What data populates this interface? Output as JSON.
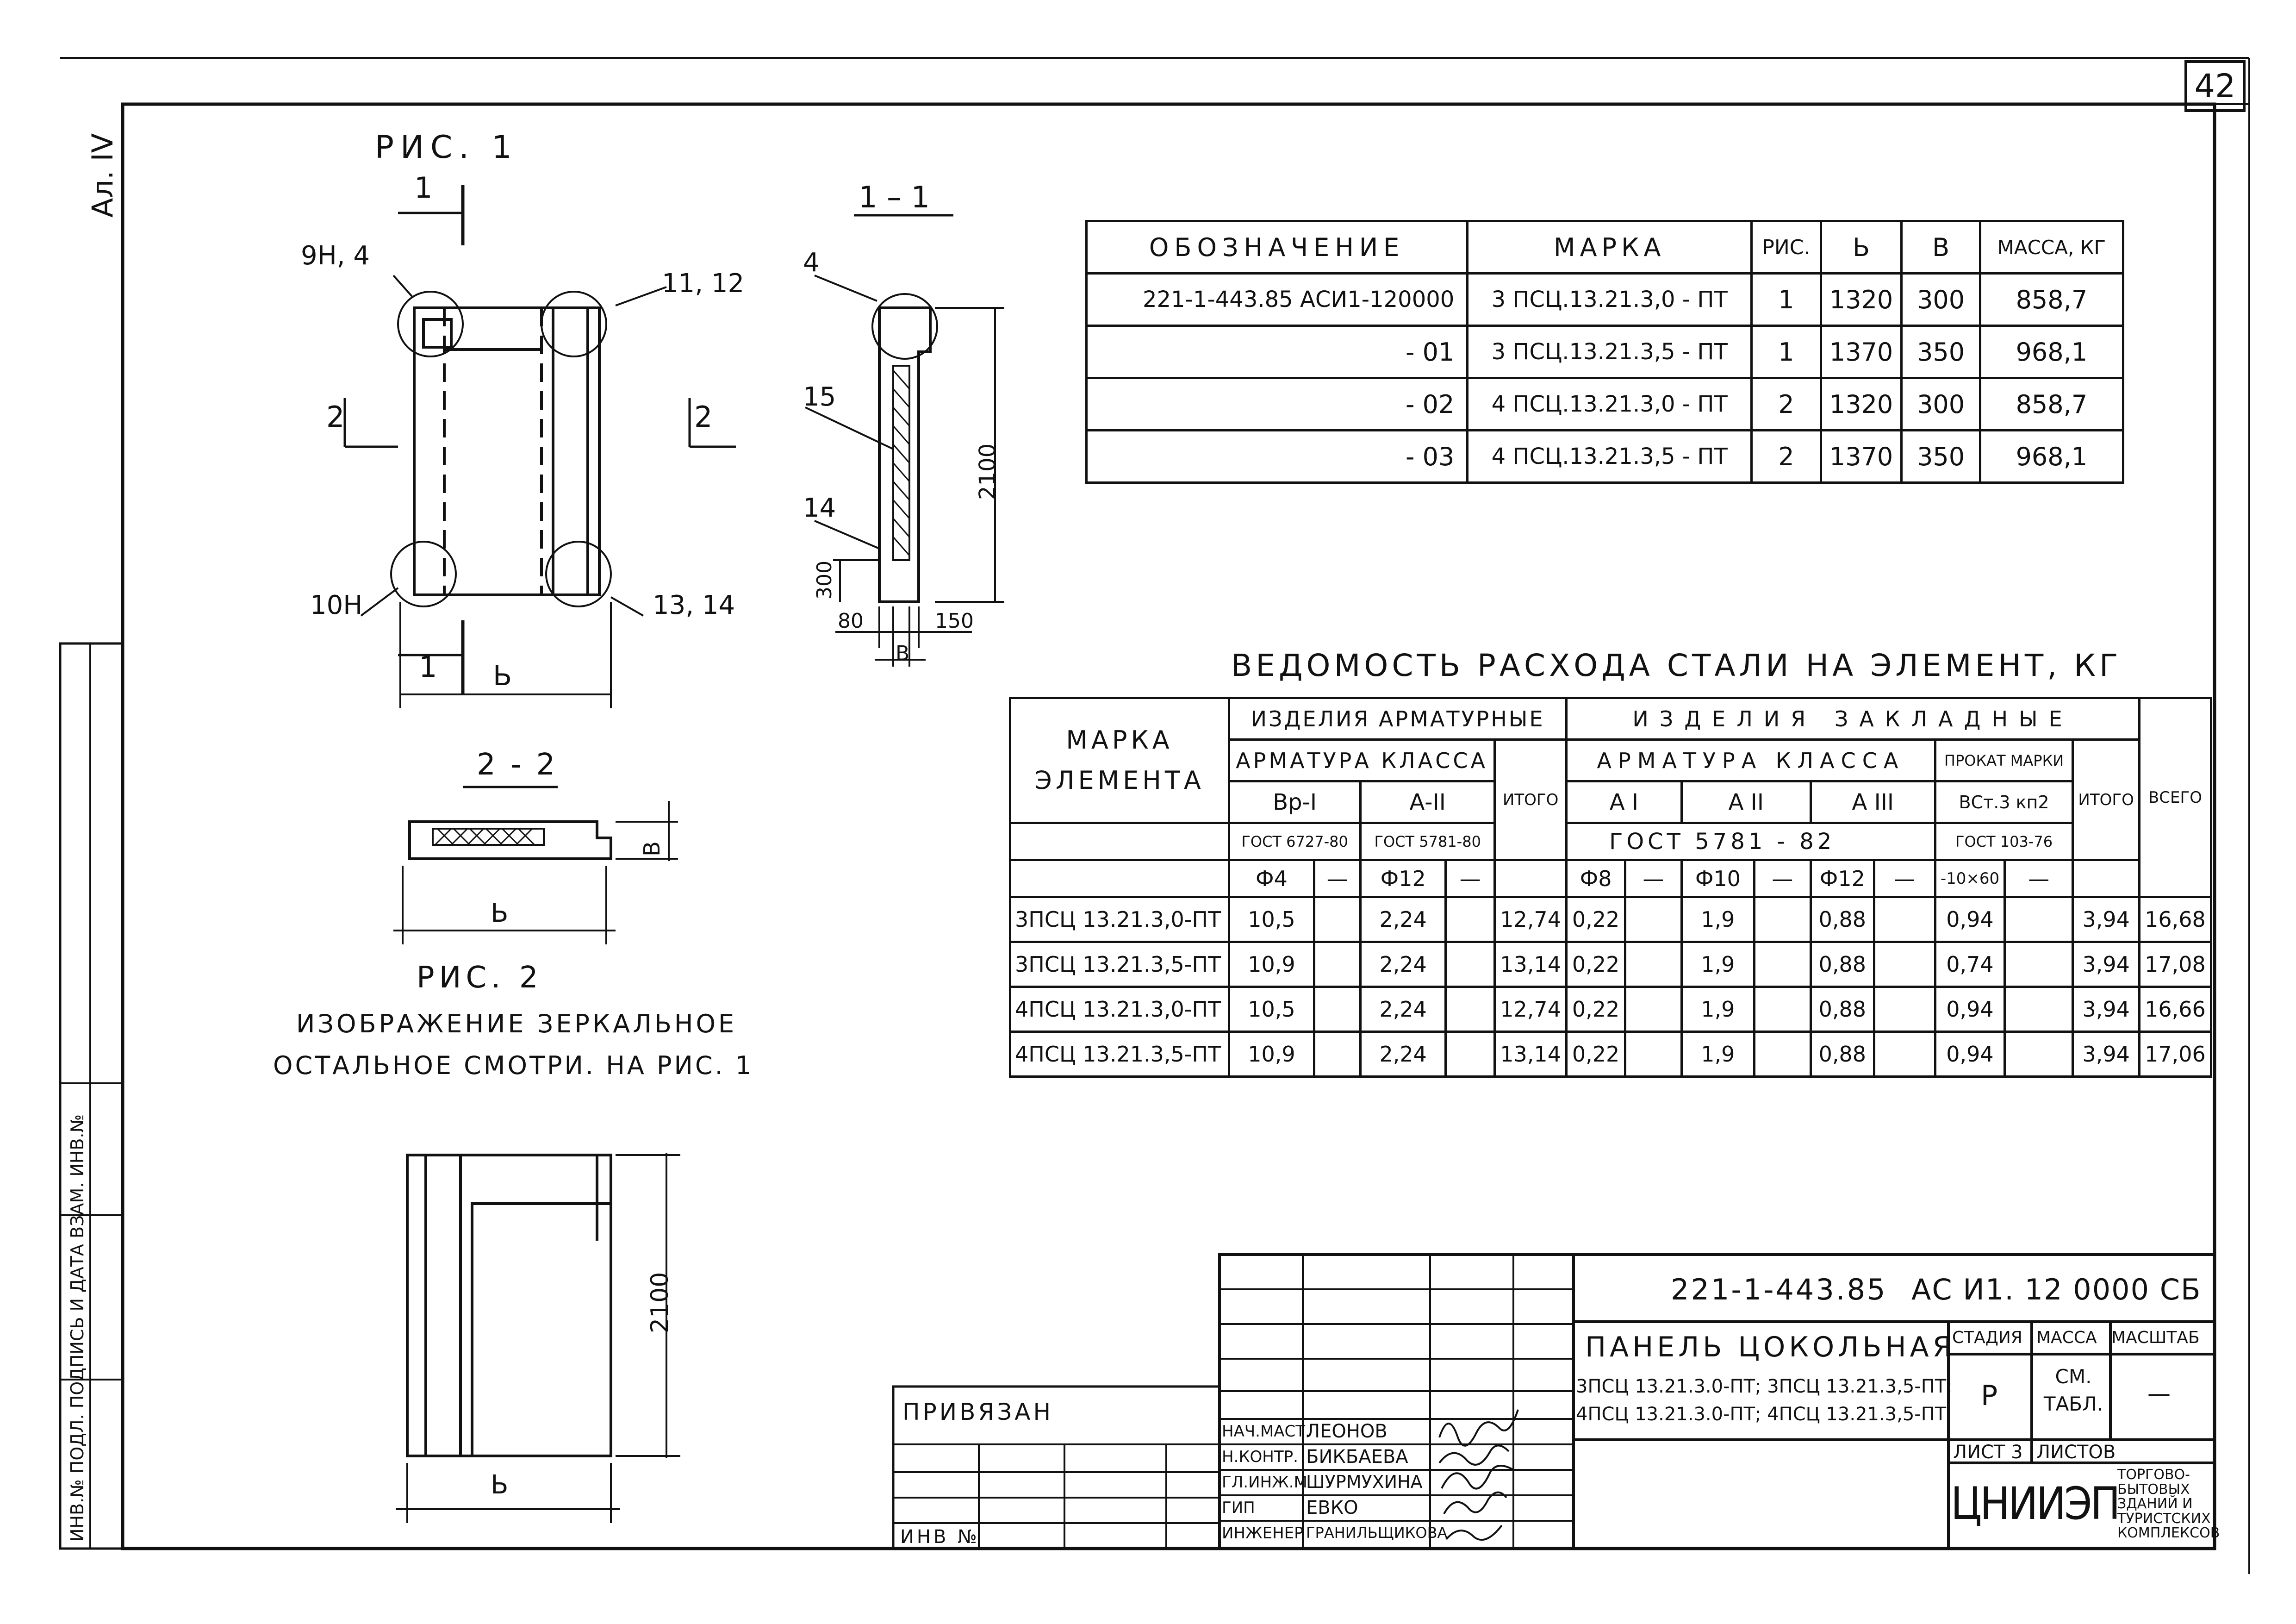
{
  "sheet_number": "42",
  "album": "Ал. IV",
  "figure1": {
    "title": "РИС. 1",
    "callouts": [
      "9Н, 4",
      "11, 12",
      "10Н",
      "13, 14"
    ],
    "section_markers": [
      "1",
      "1",
      "2",
      "2"
    ],
    "dim_width": "Ь"
  },
  "section11": {
    "title": "1 – 1",
    "callouts": [
      "4",
      "15",
      "14"
    ],
    "dims": [
      "2100",
      "300",
      "80",
      "150",
      "В"
    ]
  },
  "section22": {
    "title": "2 - 2",
    "dim_b": "В",
    "dim_l": "Ь"
  },
  "figure2": {
    "title": "РИС. 2",
    "note_line1": "ИЗОБРАЖЕНИЕ ЗЕРКАЛЬНОЕ",
    "note_line2": "ОСТАЛЬНОЕ СМОТРИ. НА РИС. 1",
    "dim_height": "2100",
    "dim_width": "Ь"
  },
  "marks_table": {
    "headers": [
      "ОБОЗНАЧЕНИЕ",
      "МАРКА",
      "РИС.",
      "Ь",
      "В",
      "МАССА, КГ"
    ],
    "rows": [
      [
        "221-1-443.85 АСИ1-120000",
        "3 ПСЦ.13.21.3,0 - ПТ",
        "1",
        "1320",
        "300",
        "858,7"
      ],
      [
        "- 01",
        "3 ПСЦ.13.21.3,5 - ПТ",
        "1",
        "1370",
        "350",
        "968,1"
      ],
      [
        "- 02",
        "4 ПСЦ.13.21.3,0 - ПТ",
        "2",
        "1320",
        "300",
        "858,7"
      ],
      [
        "- 03",
        "4 ПСЦ.13.21.3,5 - ПТ",
        "2",
        "1370",
        "350",
        "968,1"
      ]
    ]
  },
  "steel_table": {
    "title": "ВЕДОМОСТЬ РАСХОДА СТАЛИ НА ЭЛЕМЕНТ, КГ",
    "h_mark": "МАРКА ЭЛЕМЕНТА",
    "h_reinf_items": "ИЗДЕЛИЯ АРМАТУРНЫЕ",
    "h_embedded_items": "ИЗДЕЛИЯ ЗАКЛАДНЫЕ",
    "h_reinf_class": "АРМАТУРА КЛАССА",
    "h_reinf_class2": "АРМАТУРА КЛАССА",
    "h_rolled": "ПРОКАТ МАРКИ",
    "h_total_all": "ВСЕГО",
    "h_itogo": "ИТОГО",
    "c_bp1": "Вр-I",
    "c_a2": "А-II",
    "c_ai": "А I",
    "c_aii": "А II",
    "c_aiii": "А III",
    "c_vst": "ВСт.3 кп2",
    "g_6727": "ГОСТ 6727-80",
    "g_5781_80": "ГОСТ 5781-80",
    "g_5781_82": "ГОСТ 5781 - 82",
    "g_103": "ГОСТ 103-76",
    "d_4": "Ф4",
    "d_12": "Ф12",
    "d_8": "Ф8",
    "d_10": "Ф10",
    "d_12b": "Ф12",
    "d_strip": "-10×60",
    "dash": "—",
    "rows": [
      [
        "3ПСЦ 13.21.3,0-ПТ",
        "10,5",
        "2,24",
        "12,74",
        "0,22",
        "1,9",
        "0,88",
        "0,94",
        "3,94",
        "16,68"
      ],
      [
        "3ПСЦ 13.21.3,5-ПТ",
        "10,9",
        "2,24",
        "13,14",
        "0,22",
        "1,9",
        "0,88",
        "0,74",
        "3,94",
        "17,08"
      ],
      [
        "4ПСЦ 13.21.3,0-ПТ",
        "10,5",
        "2,24",
        "12,74",
        "0,22",
        "1,9",
        "0,88",
        "0,94",
        "3,94",
        "16,66"
      ],
      [
        "4ПСЦ 13.21.3,5-ПТ",
        "10,9",
        "2,24",
        "13,14",
        "0,22",
        "1,9",
        "0,88",
        "0,94",
        "3,94",
        "17,06"
      ]
    ]
  },
  "title_block": {
    "project_code": "221-1-443.85",
    "doc_code": "АС И1. 12 0000 СБ",
    "name": "ПАНЕЛЬ ЦОКОЛЬНАЯ",
    "marks_line1": "3ПСЦ 13.21.3.0-ПТ; 3ПСЦ 13.21.3,5-ПТ;",
    "marks_line2": "4ПСЦ 13.21.3.0-ПТ; 4ПСЦ 13.21.3,5-ПТ",
    "stage_label": "СТАДИЯ",
    "stage": "Р",
    "mass_label": "МАССА",
    "mass_value": "СМ. ТАБЛ.",
    "scale_label": "МАСШТАБ",
    "scale_value": "—",
    "sheet_label": "ЛИСТ 3",
    "sheets_label": "ЛИСТОВ",
    "org": "ЦНИИЭП",
    "org_desc": [
      "ТОРГОВО-",
      "БЫТОВЫХ",
      "ЗДАНИЙ И",
      "ТУРИСТСКИХ",
      "КОМПЛЕКСОВ"
    ],
    "bound_label": "ПРИВЯЗАН",
    "inv_label": "ИНВ №",
    "staff": [
      {
        "role": "НАЧ.МАСТ.",
        "name": "ЛЕОНОВ"
      },
      {
        "role": "Н.КОНТР.",
        "name": "БИКБАЕВА"
      },
      {
        "role": "ГЛ.ИНЖ.М",
        "name": "ШУРМУХИНА"
      },
      {
        "role": "ГИП",
        "name": "ЕВКО"
      },
      {
        "role": "ИНЖЕНЕР",
        "name": "ГРАНИЛЬЩИКОВА"
      }
    ]
  },
  "side_stamp": "ИНВ.№ ПОДЛ. ПОДПИСЬ И ДАТА ВЗАМ. ИНВ.№"
}
